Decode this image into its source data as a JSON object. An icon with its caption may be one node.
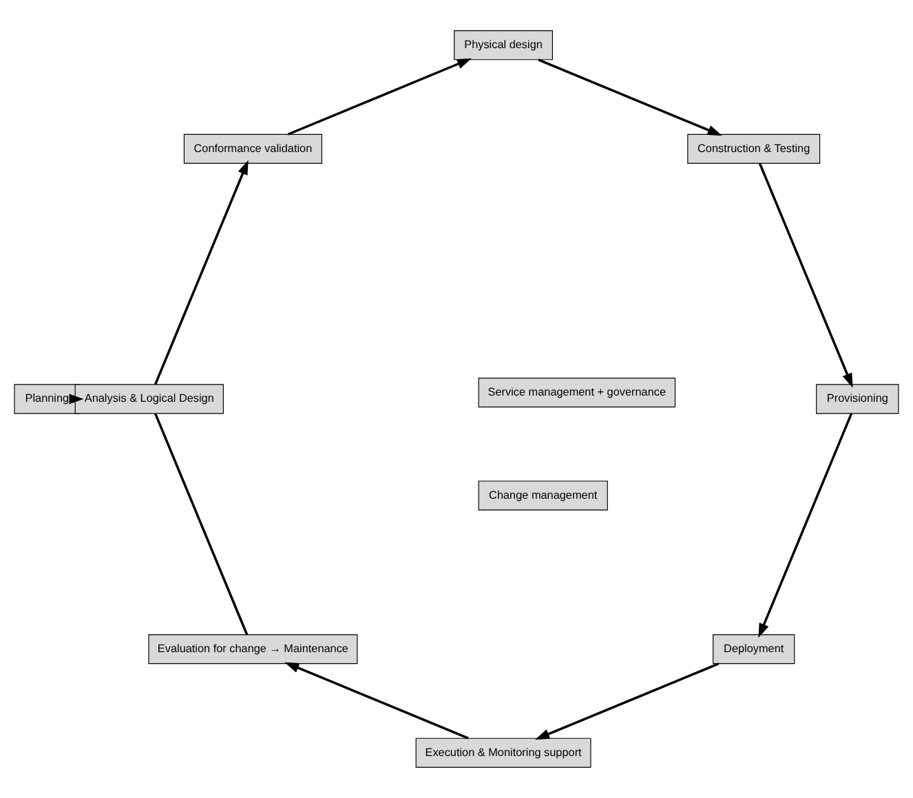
{
  "diagram": {
    "nodes": [
      {
        "text": [
          "Planning"
        ]
      },
      {
        "text": [
          "Analysis & Logical Design"
        ]
      },
      {
        "text": [
          "Conformance validation"
        ]
      },
      {
        "text": [
          "Physical design"
        ]
      },
      {
        "text": [
          "Construction & Testing"
        ]
      },
      {
        "text": [
          "Provisioning"
        ]
      },
      {
        "text": [
          "Deployment"
        ]
      },
      {
        "text": [
          "Execution & Monitoring support"
        ]
      },
      {
        "text": [
          "Evaluation for change → Maintenance"
        ]
      },
      {
        "text": [
          "Service management + governance"
        ]
      },
      {
        "text": [
          "Change management"
        ]
      }
    ],
    "edges": [
      {
        "from": 0,
        "to": 1,
        "arrow": "to"
      },
      {
        "from": 1,
        "to": 2,
        "arrow": "to"
      },
      {
        "from": 2,
        "to": 3,
        "arrow": "to"
      },
      {
        "from": 3,
        "to": 4,
        "arrow": "to"
      },
      {
        "from": 4,
        "to": 5,
        "arrow": "to"
      },
      {
        "from": 5,
        "to": 6,
        "arrow": "to"
      },
      {
        "from": 6,
        "to": 7,
        "arrow": "to"
      },
      {
        "from": 7,
        "to": 8,
        "arrow": "to"
      },
      {
        "from": 8,
        "to": 1,
        "arrow": "none"
      }
    ]
  }
}
